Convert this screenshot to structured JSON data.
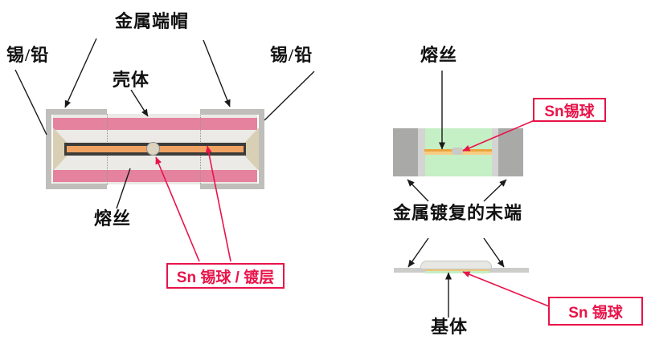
{
  "diagram": {
    "left": {
      "labels": {
        "end_cap": "金属端帽",
        "tin_lead_left": "锡/铅",
        "tin_lead_right": "锡/铅",
        "shell": "壳体",
        "fuse_wire": "熔丝",
        "sn_ball_plating": "Sn 锡球 / 镀层"
      }
    },
    "right": {
      "labels": {
        "fuse_wire": "熔丝",
        "sn_ball_top": "Sn锡球",
        "metal_plated_ends": "金属镀复的末端",
        "substrate": "基体",
        "sn_ball_bottom": "Sn 锡球"
      }
    },
    "colors": {
      "annotation_red": "#e81349",
      "body_pink": "#e5829e",
      "body_gray": "#ebeae6",
      "cap_gray": "#bfbeba",
      "solder_tan": "#d8cfb4",
      "wire_orange": "#f0a263",
      "wire_outline": "#3c3c3a",
      "ball_tan": "#dcd4c0",
      "chip_green": "#c5efc5",
      "chip_terminal_gray": "#a9a9a7",
      "chip_wire_orange": "#eda43e",
      "chip_wire_light": "#f6cd84",
      "substrate_gray": "#ccccca",
      "dome_gray": "#e7e7e4"
    }
  }
}
